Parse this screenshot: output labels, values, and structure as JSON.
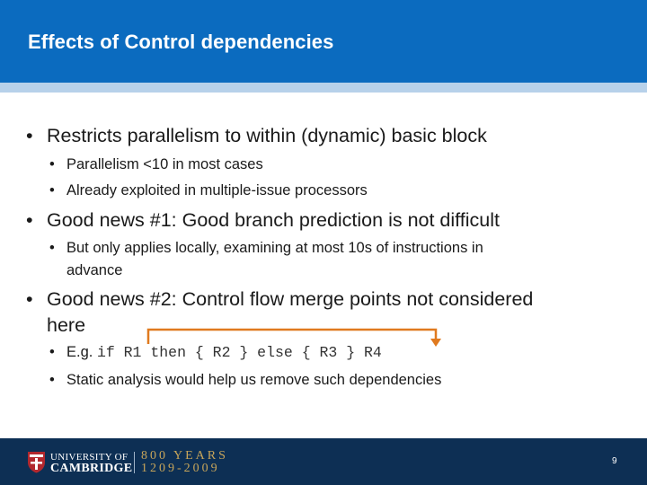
{
  "slide": {
    "title": "Effects of Control dependencies",
    "bullet_char": "•",
    "bullets": [
      "Restricts parallelism to within (dynamic) basic block",
      "Parallelism <10 in most cases",
      "Already exploited in multiple-issue processors",
      "Good news #1: Good branch prediction is not difficult",
      "But only applies locally, examining at most 10s of instructions in",
      "advance",
      "Good news #2: Control flow merge points not considered",
      "here",
      "E.g.",
      "Static analysis would help us remove such dependencies"
    ],
    "code_example": "if R1 then { R2 } else { R3 } R4",
    "arrow_color": "#e07a1f",
    "page_number": "9"
  },
  "footer": {
    "university_line1": "UNIVERSITY OF",
    "university_line2": "CAMBRIDGE",
    "years_line1": "800 YEARS",
    "years_line2": "1209-2009",
    "colors": {
      "bar": "#0d2f54",
      "years": "#c9a65a",
      "shield": "#b2282e"
    }
  },
  "theme": {
    "title_bar": "#0b6bbf",
    "title_stripe": "#b7d1ea"
  }
}
